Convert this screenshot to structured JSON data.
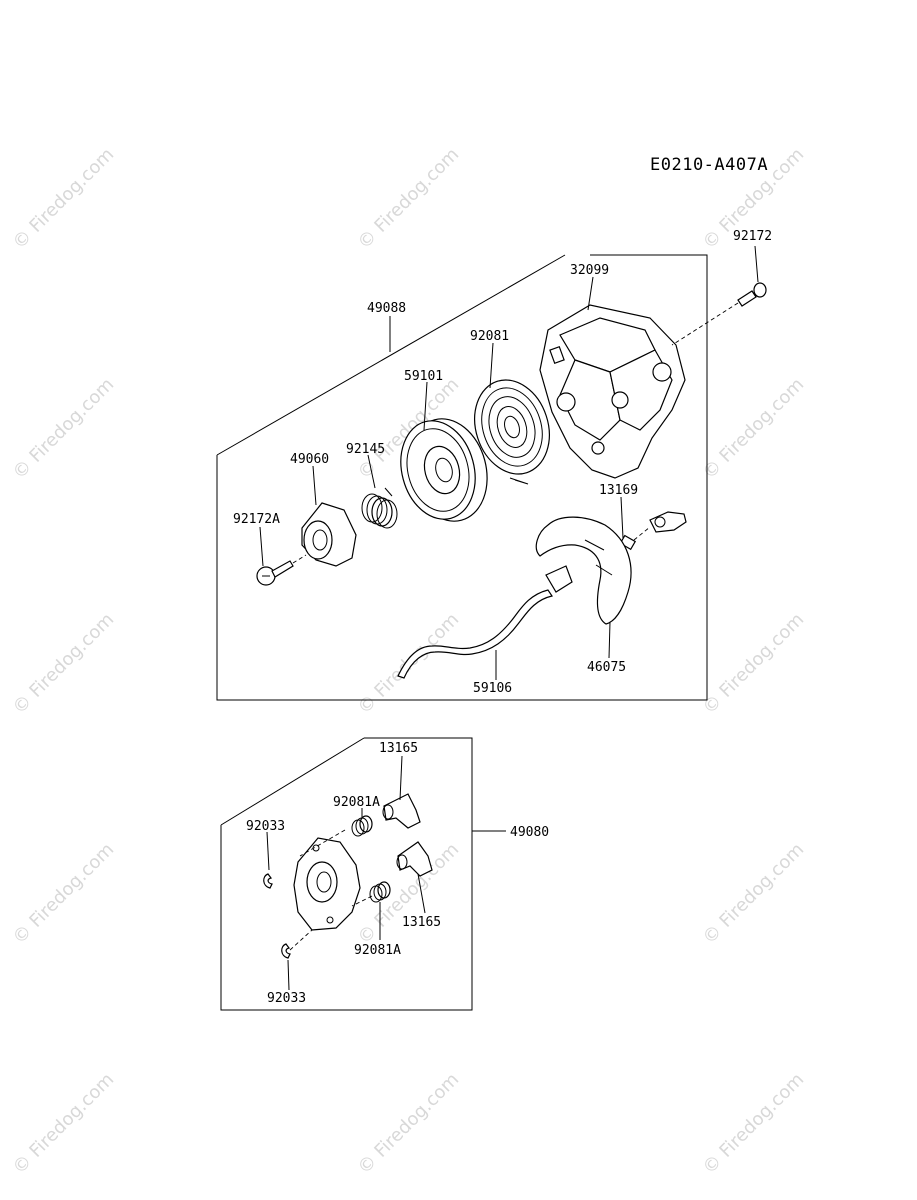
{
  "diagram_id": "E0210-A407A",
  "watermark": "© Firedog.com",
  "colors": {
    "line": "#000000",
    "watermark": "#d8d8d8",
    "background": "#ffffff"
  },
  "upper_group": {
    "assembly_code": "49088",
    "parts": {
      "housing": "32099",
      "housing_screw": "92172",
      "recoil_spring": "92081",
      "pulley": "59101",
      "small_spring": "92145",
      "ratchet": "49060",
      "ratchet_screw": "92172A",
      "rope_stopper": "13169",
      "handle": "46075",
      "rope": "59106"
    }
  },
  "lower_group": {
    "assembly_code": "49080",
    "parts": {
      "pawl_top": "13165",
      "spring_top": "92081A",
      "clip_top": "92033",
      "pawl_bottom": "13165",
      "spring_bottom": "92081A",
      "clip_bottom": "92033"
    }
  }
}
